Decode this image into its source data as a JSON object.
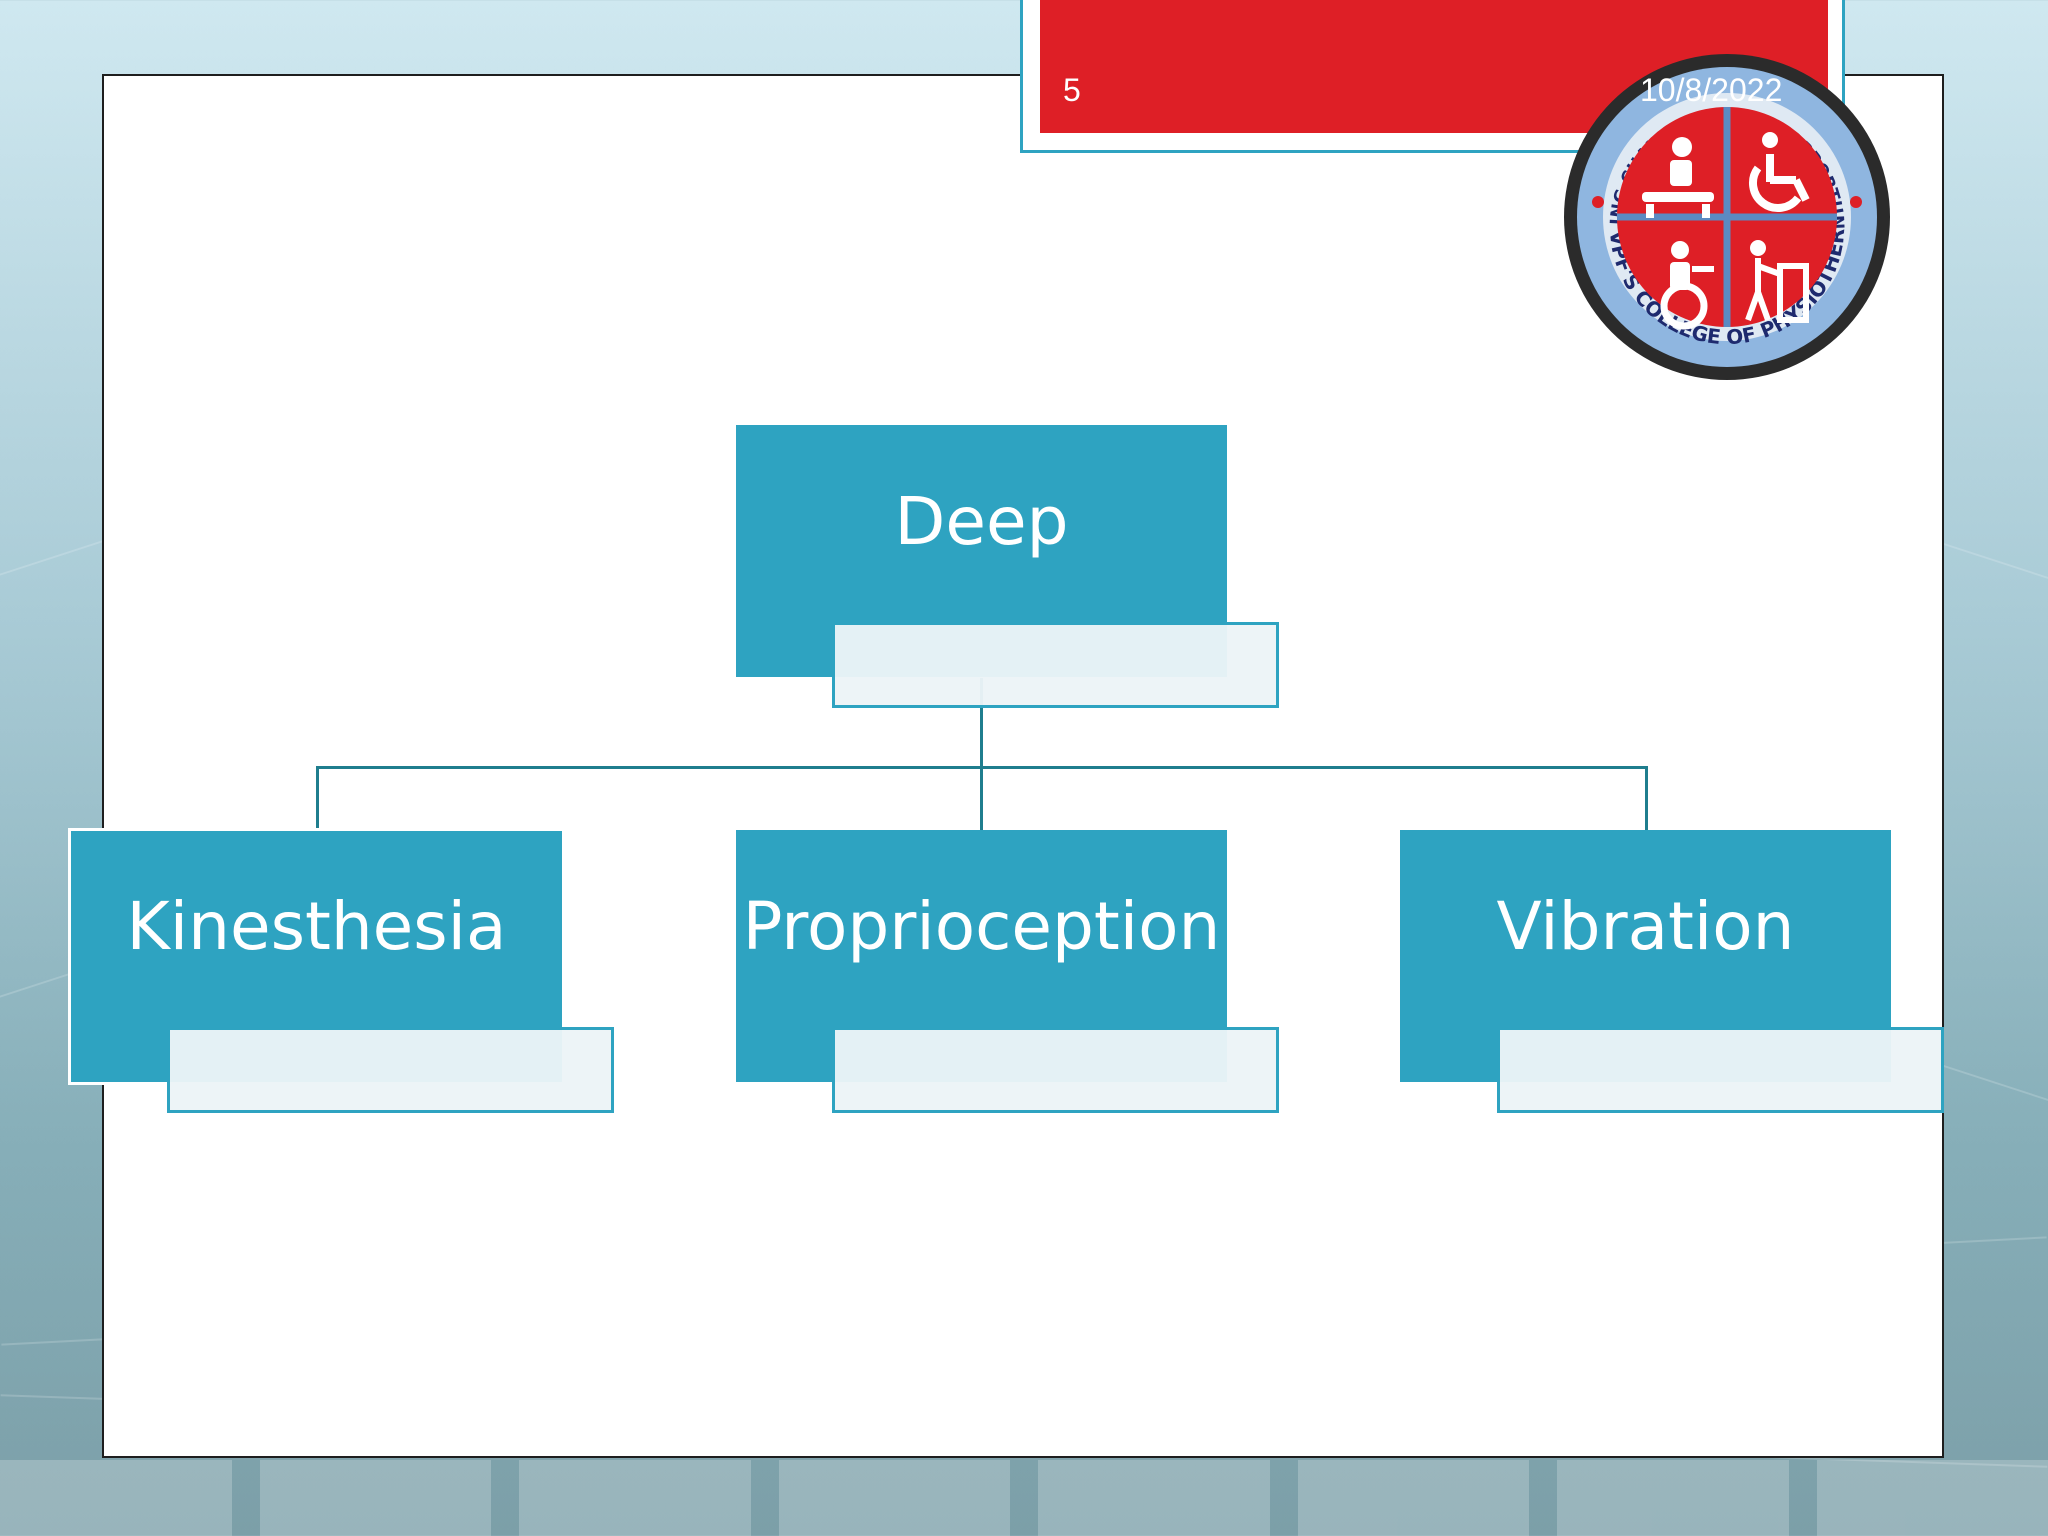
{
  "slide": {
    "number": "5",
    "date": "10/8/2022"
  },
  "logo": {
    "ring_top_text": "TURNING CHALLENGES INTO OPPORTUNITIES",
    "ring_bottom_text": "PDVVPF'S COLLEGE OF PHYSIOTHERAPY",
    "icons": [
      "massage-therapy-icon",
      "wheelchair-icon",
      "seated-exercise-icon",
      "walker-icon"
    ]
  },
  "diagram": {
    "root": {
      "label": "Deep"
    },
    "children": [
      {
        "label": "Kinesthesia"
      },
      {
        "label": "Proprioception"
      },
      {
        "label": "Vibration"
      }
    ]
  },
  "colors": {
    "node_fill": "#2ea3c1",
    "node_sub_fill": "#ecf4f7",
    "connector": "#1f7e8e",
    "header_red": "#de1f26",
    "logo_ring": "#2b2b2b",
    "logo_blue": "#8fb6e0"
  }
}
